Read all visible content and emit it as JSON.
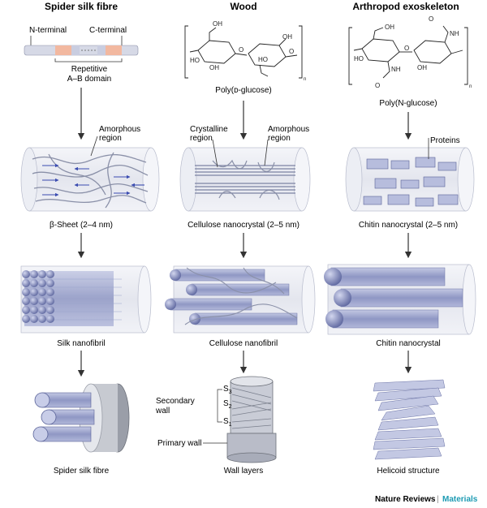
{
  "columns": [
    {
      "title": "Spider silk fibre",
      "molecule": {
        "n_terminal": "N-terminal",
        "c_terminal": "C-terminal",
        "domain_line1": "Repetitive",
        "domain_line2": "A–B domain"
      },
      "crystal": {
        "annotation_line1": "Amorphous",
        "annotation_line2": "region",
        "caption": "β-Sheet (2–4 nm)"
      },
      "nanofibril_caption": "Silk nanofibril",
      "final_caption": "Spider silk fibre"
    },
    {
      "title": "Wood",
      "molecule_caption": "Poly(ᴅ-glucose)",
      "crystal": {
        "annotation_left_line1": "Crystalline",
        "annotation_left_line2": "region",
        "annotation_right_line1": "Amorphous",
        "annotation_right_line2": "region",
        "caption": "Cellulose nanocrystal (2–5 nm)"
      },
      "nanofibril_caption": "Cellulose nanofibril",
      "final": {
        "layer_s3": "S",
        "layer_s3_sub": "3",
        "layer_s2": "S",
        "layer_s2_sub": "2",
        "layer_s1": "S",
        "layer_s1_sub": "1",
        "secondary_wall_line1": "Secondary",
        "secondary_wall_line2": "wall",
        "primary_wall": "Primary wall",
        "caption": "Wall layers"
      }
    },
    {
      "title": "Arthropod exoskeleton",
      "molecule_caption": "Poly(N-glucose)",
      "crystal": {
        "annotation": "Proteins",
        "caption": "Chitin nanocrystal (2–5 nm)"
      },
      "nanofibril_caption": "Chitin nanocrystal",
      "final_caption": "Helicoid structure"
    }
  ],
  "chem": {
    "oh": "OH",
    "ho": "HO",
    "o": "O",
    "nh": "NH",
    "n_sub": "n"
  },
  "footer": {
    "journal": "Nature Reviews",
    "separator": "|",
    "section": "Materials"
  },
  "colors": {
    "accent": "#1d9bb3",
    "silk_band": "#f2b8a0",
    "fibre": "#9aa3cc",
    "fibre_dark": "#5a6399",
    "cylinder": "#e8e9f0"
  }
}
